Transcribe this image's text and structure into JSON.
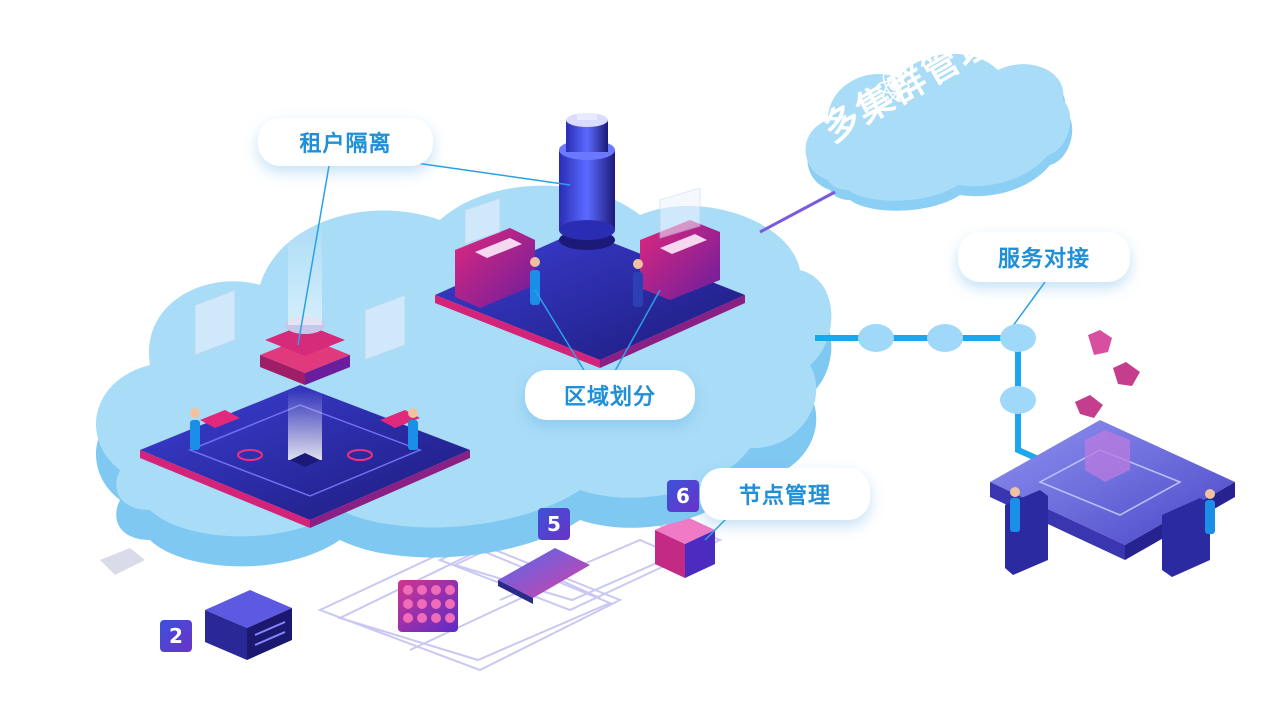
{
  "labels": {
    "tenant_isolation": "租户隔离",
    "multi_cluster": "多集群管理",
    "service_docking": "服务对接",
    "region_division": "区域划分",
    "node_management": "节点管理"
  },
  "badges": {
    "b2": "2",
    "b5": "5",
    "b6": "6"
  },
  "colors": {
    "cloud_fill": "#a9dcf6",
    "cloud_side": "#7fc8f1",
    "platform_dark": "#2c2a8f",
    "platform_magenta": "#d4247a",
    "pipe_blue": "#1ba6ee",
    "label_text": "#1f8fd8"
  }
}
